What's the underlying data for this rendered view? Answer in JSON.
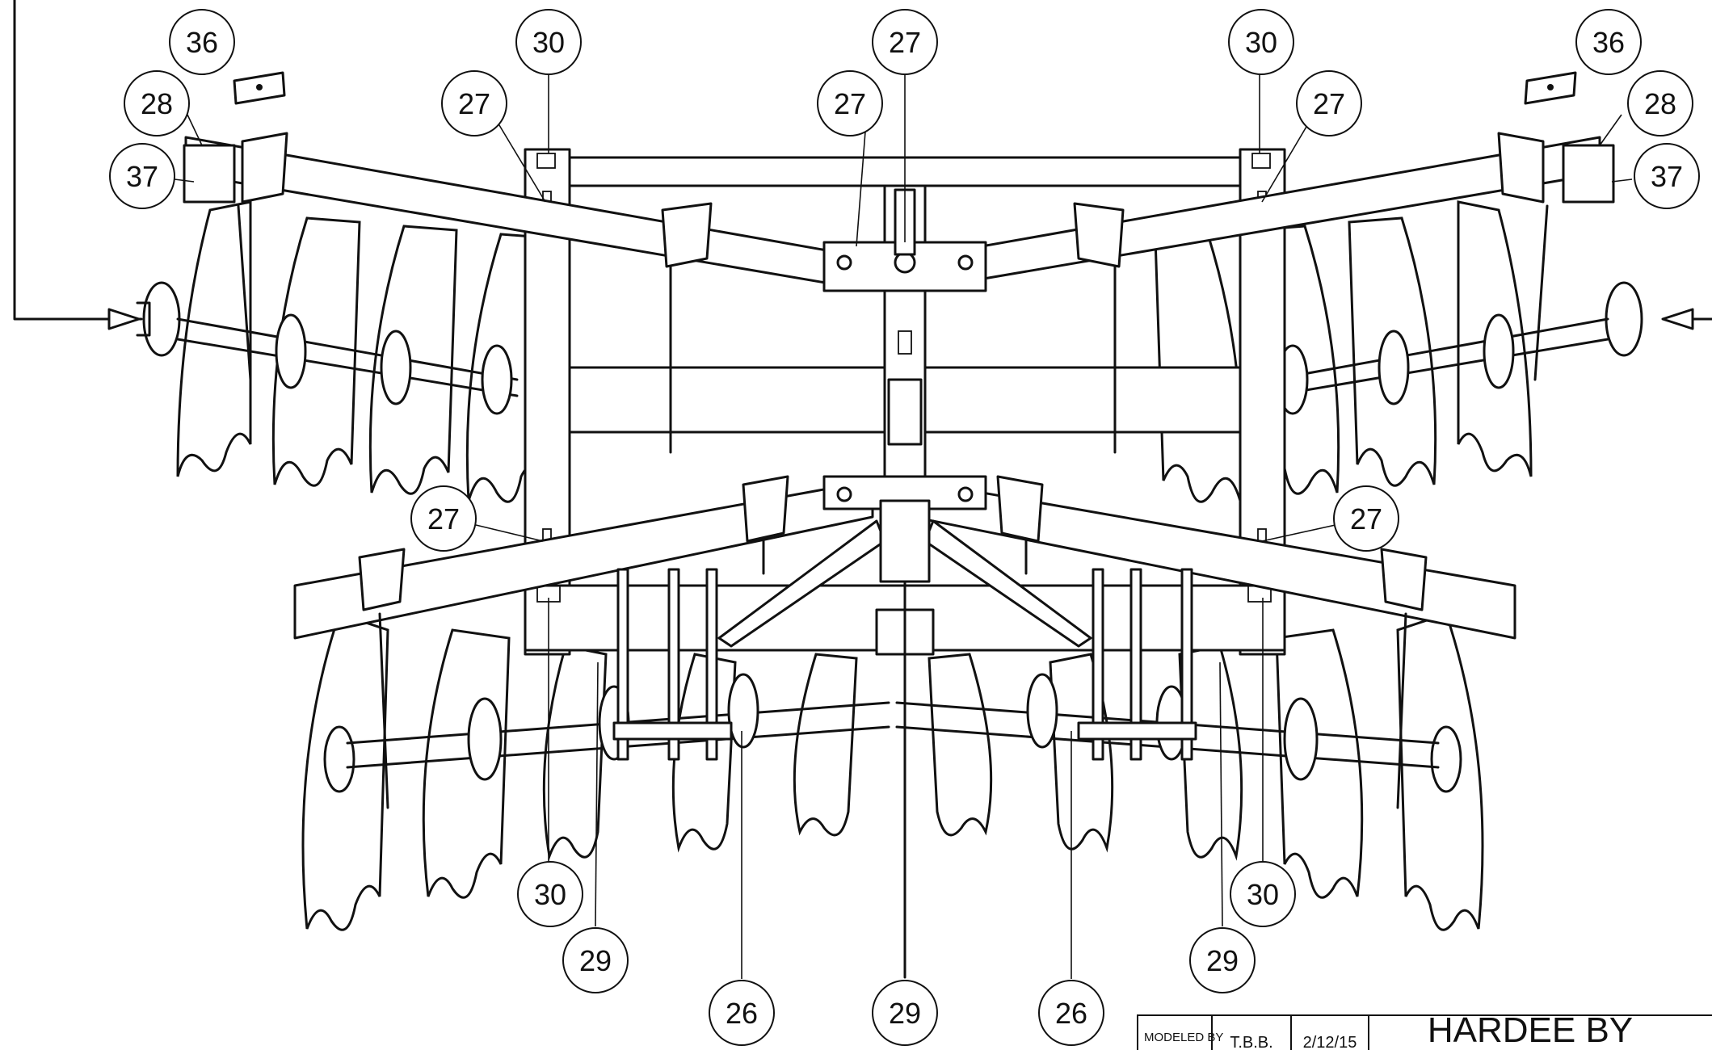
{
  "callouts": [
    {
      "id": "c36-left",
      "label": "36"
    },
    {
      "id": "c30-top-left",
      "label": "30"
    },
    {
      "id": "c27-top-center",
      "label": "27"
    },
    {
      "id": "c30-top-right",
      "label": "30"
    },
    {
      "id": "c36-right",
      "label": "36"
    },
    {
      "id": "c28-left",
      "label": "28"
    },
    {
      "id": "c27-left-upper",
      "label": "27"
    },
    {
      "id": "c27-center-left",
      "label": "27"
    },
    {
      "id": "c27-right-upper",
      "label": "27"
    },
    {
      "id": "c28-right",
      "label": "28"
    },
    {
      "id": "c37-left",
      "label": "37"
    },
    {
      "id": "c37-right",
      "label": "37"
    },
    {
      "id": "c27-left-lower",
      "label": "27"
    },
    {
      "id": "c27-right-lower",
      "label": "27"
    },
    {
      "id": "c30-bottom-left",
      "label": "30"
    },
    {
      "id": "c30-bottom-right",
      "label": "30"
    },
    {
      "id": "c29-left",
      "label": "29"
    },
    {
      "id": "c29-right",
      "label": "29"
    },
    {
      "id": "c26-left",
      "label": "26"
    },
    {
      "id": "c29-center",
      "label": "29"
    },
    {
      "id": "c26-right",
      "label": "26"
    }
  ],
  "title_block": {
    "modeled_by_label": "MODELED BY",
    "modeled_by": "T.B.B.",
    "date": "2/12/15",
    "company": "HARDEE BY"
  }
}
